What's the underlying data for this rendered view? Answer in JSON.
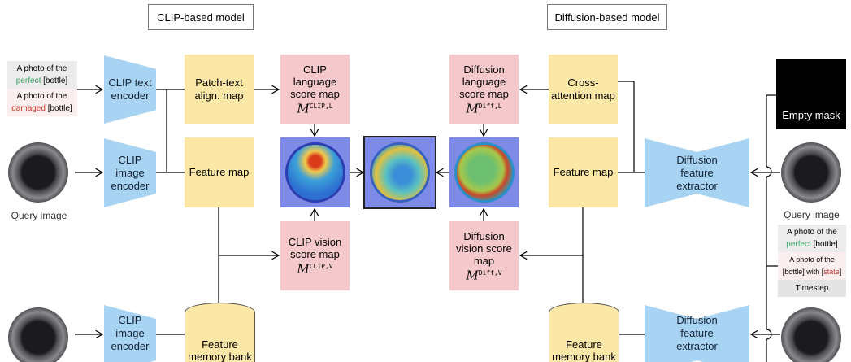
{
  "titles": {
    "clip": "CLIP-based model",
    "diffusion": "Diffusion-based model"
  },
  "left": {
    "prompt1_a": "A photo of the",
    "prompt1_b": "perfect",
    "prompt1_c": "[bottle]",
    "prompt2_a": "A photo of the",
    "prompt2_b": "damaged",
    "prompt2_c": "[bottle]",
    "text_encoder": "CLIP text encoder",
    "image_encoder": "CLIP image encoder",
    "query_image": "Query image",
    "patch_text": "Patch-text align. map",
    "feature_map": "Feature map",
    "lang_score": "CLIP language score map",
    "lang_sym": "M",
    "lang_sup": "CLIP,L",
    "vision_score": "CLIP vision score map",
    "vision_sym": "M",
    "vision_sup": "CLIP,V",
    "memory_bank": "Feature memory bank",
    "bottom_encoder": "CLIP image encoder"
  },
  "right": {
    "lang_score": "Diffusion language score map",
    "lang_sym": "M",
    "lang_sup": "Diff,L",
    "vision_score": "Diffusion vision score map",
    "vision_sym": "M",
    "vision_sup": "Diff,V",
    "cross_attention": "Cross-attention map",
    "feature_map": "Feature map",
    "extractor": "Diffusion feature extractor",
    "bottom_extractor": "Diffusion feature extractor",
    "empty_mask": "Empty mask",
    "query_image": "Query image",
    "prompt1_a": "A photo of the",
    "prompt1_b": "perfect",
    "prompt1_c": "[bottle]",
    "prompt2_a": "A photo of the",
    "prompt2_b": "[bottle] with [",
    "prompt2_c": "state",
    "prompt2_d": "]",
    "timestep": "Timestep",
    "memory_bank": "Feature memory bank"
  },
  "colors": {
    "perfect": "#3aa66a",
    "damaged": "#c0392b",
    "encoder": "#a9d3f2",
    "feature": "#fbe7a6",
    "score": "#f5c9cb"
  }
}
